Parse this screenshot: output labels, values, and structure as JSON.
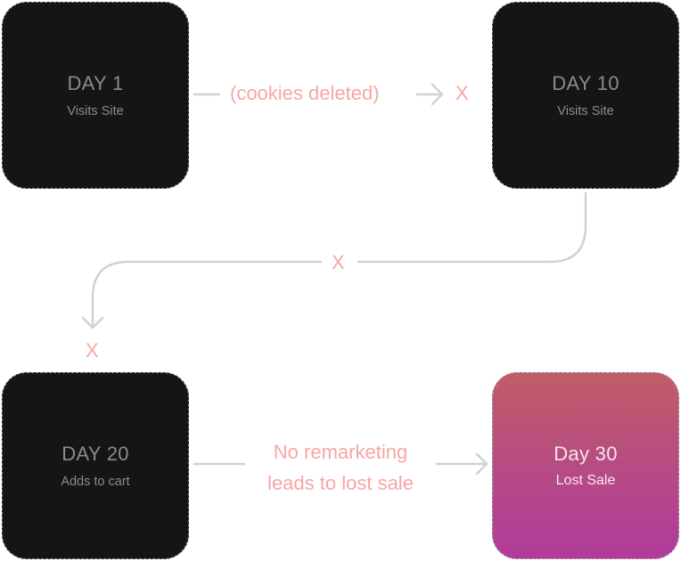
{
  "steps": [
    {
      "title": "DAY 1",
      "subtitle": "Visits Site"
    },
    {
      "title": "DAY 10",
      "subtitle": "Visits Site"
    },
    {
      "title": "DAY 20",
      "subtitle": "Adds to cart"
    },
    {
      "title": "Day 30",
      "subtitle": "Lost Sale"
    }
  ],
  "connectors": {
    "cookies_label": "(cookies deleted)",
    "break_mark": "X",
    "remarketing_line1": "No remarketing",
    "remarketing_line2": "leads to lost sale"
  },
  "colors": {
    "box_dark": "#151515",
    "label_pink": "#f7a6a6",
    "connector_gray": "#d2d2d2",
    "lost_gradient_top": "#c05d67",
    "lost_gradient_bottom": "#b03b9c"
  }
}
